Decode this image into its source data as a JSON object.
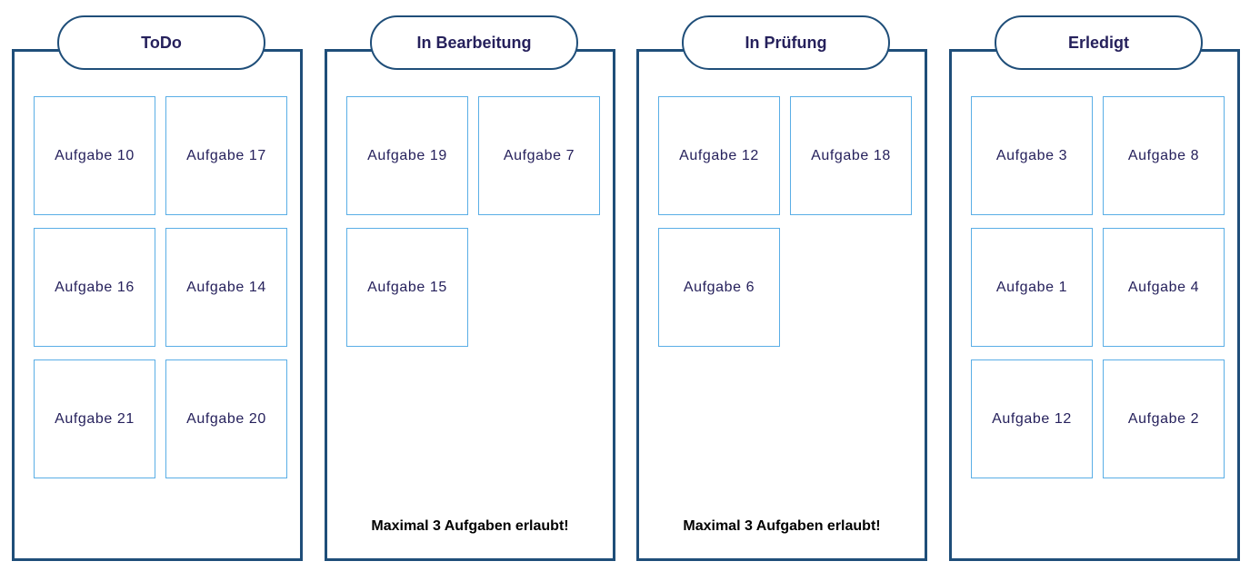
{
  "columns": [
    {
      "title": "ToDo",
      "cards": [
        "Aufgabe 10",
        "Aufgabe 17",
        "Aufgabe 16",
        "Aufgabe 14",
        "Aufgabe 21",
        "Aufgabe 20"
      ],
      "note": ""
    },
    {
      "title": "In Bearbeitung",
      "cards": [
        "Aufgabe 19",
        "Aufgabe 7",
        "Aufgabe 15"
      ],
      "note": "Maximal 3 Aufgaben erlaubt!"
    },
    {
      "title": "In Prüfung",
      "cards": [
        "Aufgabe 12",
        "Aufgabe 18",
        "Aufgabe 6"
      ],
      "note": "Maximal 3 Aufgaben erlaubt!"
    },
    {
      "title": "Erledigt",
      "cards": [
        "Aufgabe 3",
        "Aufgabe 8",
        "Aufgabe 1",
        "Aufgabe 4",
        "Aufgabe 12",
        "Aufgabe 2"
      ],
      "note": ""
    }
  ],
  "colors": {
    "column_border": "#1f4e79",
    "card_border": "#5aaee6",
    "text": "#26215c"
  }
}
